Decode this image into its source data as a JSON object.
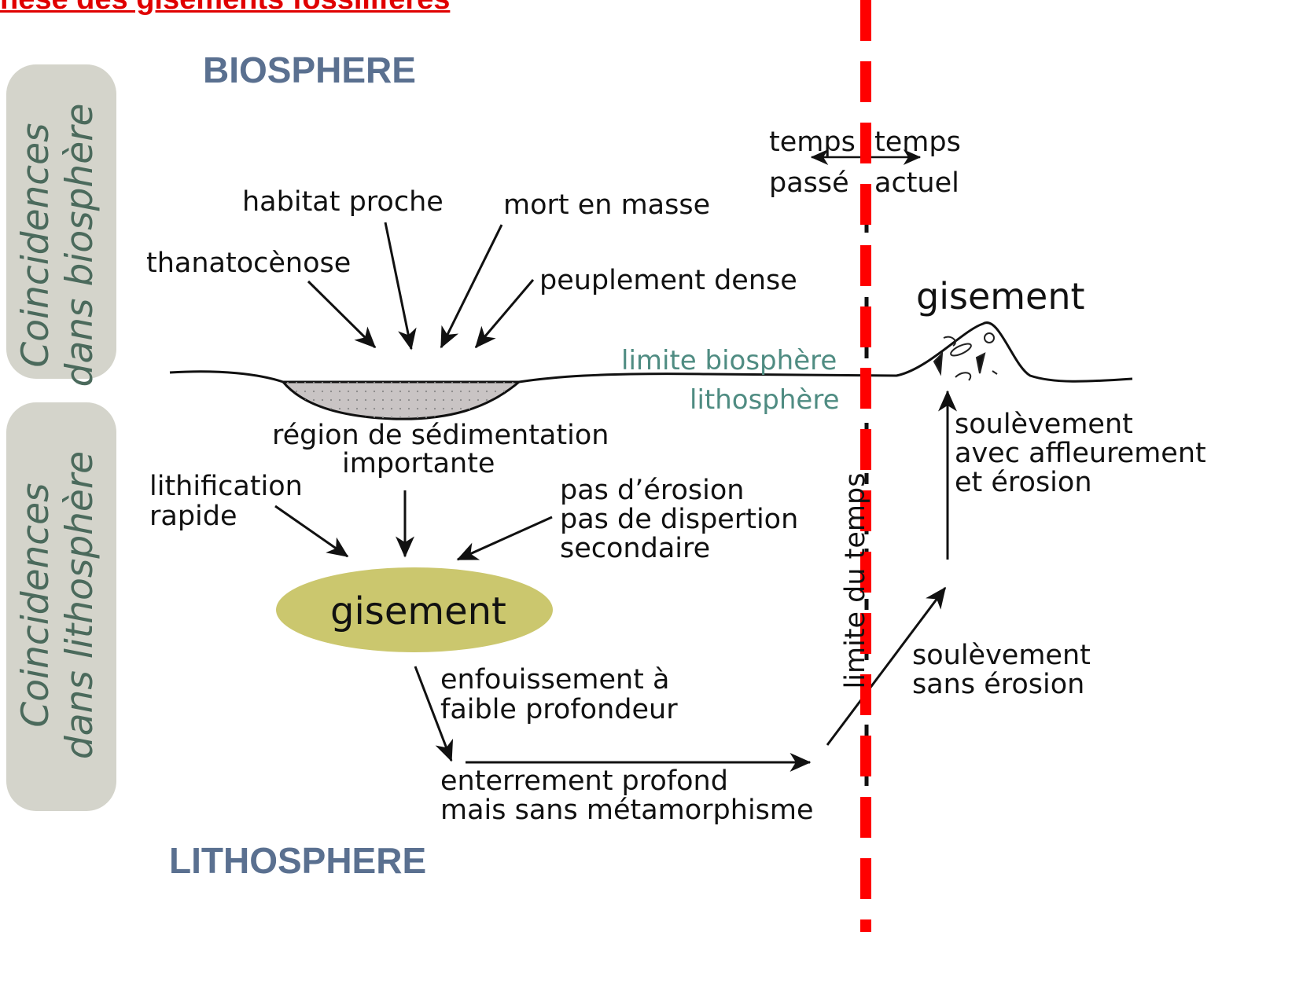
{
  "title": "hèse des gisements fossilifères",
  "headings": {
    "biosphere": "BIOSPHERE",
    "lithosphere": "LITHOSPHERE"
  },
  "side_labels": {
    "biosphere": "Coincidences\ndans biosphère",
    "lithosphere": "Coincidences\ndans lithosphère"
  },
  "labels": {
    "thanatocenose": "thanatocènose",
    "habitat": "habitat proche",
    "mort": "mort en masse",
    "peuplement": "peuplement dense",
    "limite_biosphere": "limite biosphère",
    "lithosphere_small": "lithosphère",
    "region": "région de sédimentation\n        importante",
    "lithification": "lithification\nrapide",
    "erosion": "pas d’érosion\npas de dispertion\nsecondaire",
    "gisement_center": "gisement",
    "gisement_right": "gisement",
    "enfouissement": "enfouissement à\nfaible profondeur",
    "enterrement": "enterrement profond\nmais sans métamorphisme",
    "soulev_sans": "soulèvement\nsans érosion",
    "soulev_avec": "soulèvement\navec affleurement\net érosion",
    "limite_temps": "limite du temps",
    "temps_passe": "temps\npassé",
    "temps_actuel": "temps\nactuel"
  },
  "colors": {
    "title": "#e00000",
    "heading": "#5a7090",
    "side_box": "#d4d4cb",
    "side_text": "#4b6a5c",
    "boundary_text": "#4f8c82",
    "gisement_fill": "#cbc76e",
    "red_dash": "#ff0000"
  }
}
